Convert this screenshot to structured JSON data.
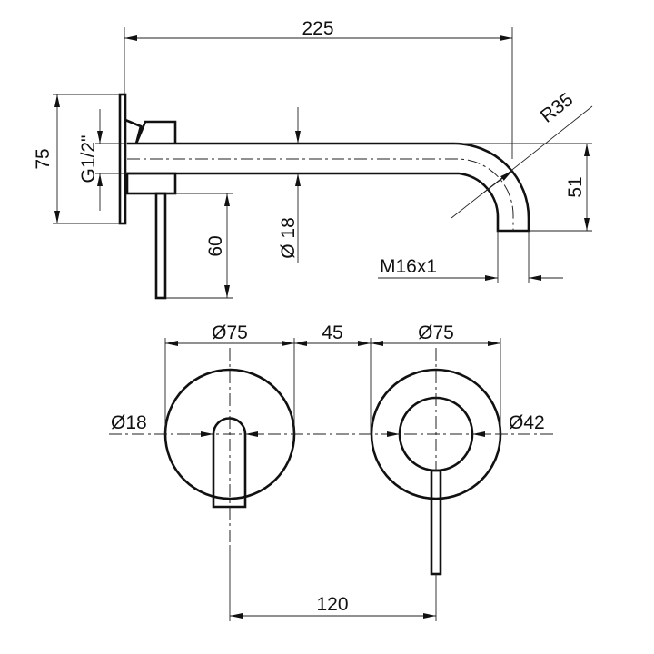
{
  "dimensions": {
    "total_length": "225",
    "plate_height": "75",
    "thread": "G1/2\"",
    "lever_length": "60",
    "spout_diameter": "Ø 18",
    "bend_radius": "R35",
    "spout_drop": "51",
    "outlet_thread": "M16x1",
    "left_plate_diameter": "Ø75",
    "gap": "45",
    "right_plate_diameter": "Ø75",
    "spout_front_diameter": "Ø18",
    "inner_diameter": "Ø42",
    "center_distance": "120"
  },
  "colors": {
    "line": "#111111",
    "background": "#ffffff"
  }
}
